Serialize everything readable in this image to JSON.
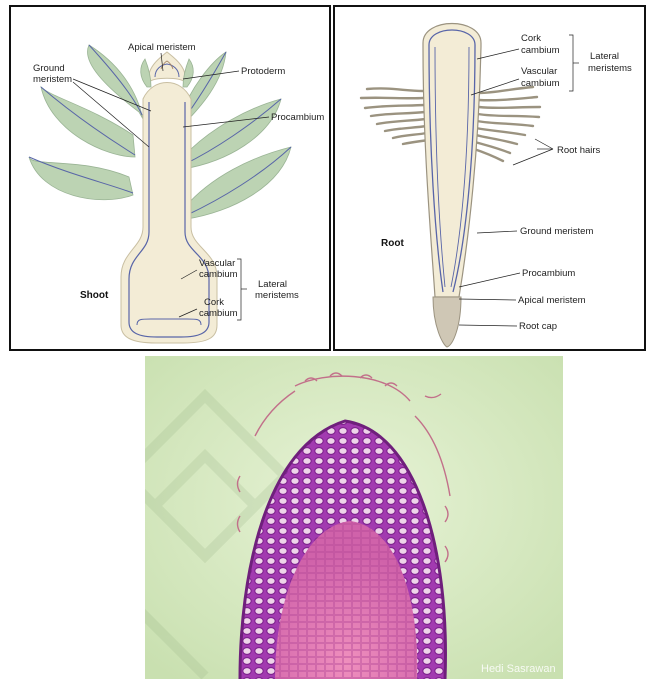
{
  "shoot": {
    "title": "Shoot",
    "labels": {
      "apical_meristem": "Apical meristem",
      "ground_meristem_line1": "Ground",
      "ground_meristem_line2": "meristem",
      "protoderm": "Protoderm",
      "procambium": "Procambium",
      "vascular_cambium_line1": "Vascular",
      "vascular_cambium_line2": "cambium",
      "cork_cambium_line1": "Cork",
      "cork_cambium_line2": "cambium",
      "lateral_meristems_line1": "Lateral",
      "lateral_meristems_line2": "meristems"
    },
    "colors": {
      "stem": "#f3ecd6",
      "leaf": "#bcd3b3",
      "vein": "#5865a8"
    }
  },
  "root": {
    "title": "Root",
    "labels": {
      "cork_cambium_line1": "Cork",
      "cork_cambium_line2": "cambium",
      "vascular_cambium_line1": "Vascular",
      "vascular_cambium_line2": "cambium",
      "lateral_meristems_line1": "Lateral",
      "lateral_meristems_line2": "meristems",
      "root_hairs": "Root hairs",
      "ground_meristem": "Ground meristem",
      "procambium": "Procambium",
      "apical_meristem": "Apical meristem",
      "root_cap": "Root cap"
    },
    "colors": {
      "root_body": "#f3ecd6",
      "root_cap": "#cfc7b5",
      "vein": "#5865a8"
    }
  },
  "micrograph": {
    "watermark": "Hedi Sasrawan",
    "colors": {
      "background": "#d8ecc4",
      "outer_tissue": "#a23ab0",
      "inner_tissue": "#e070b0",
      "cells": "#f7eaf3"
    }
  }
}
